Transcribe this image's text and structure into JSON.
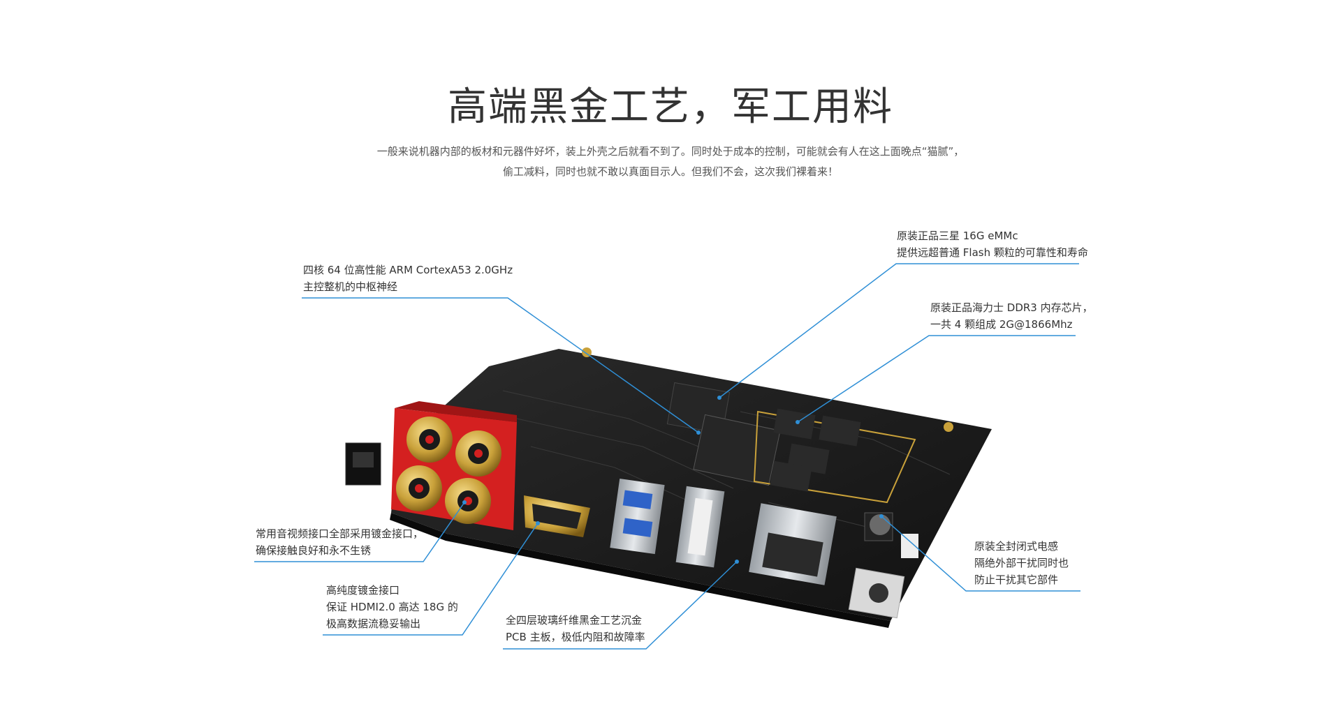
{
  "heading": "高端黑金工艺，军工用料",
  "intro": {
    "line1": "一般来说机器内部的板材和元器件好坏，装上外壳之后就看不到了。同时处于成本的控制，可能就会有人在这上面晚点“猫腻”，",
    "line2": "偷工减料，同时也就不敢以真面目示人。但我们不会，这次我们裸着来！"
  },
  "callouts": {
    "cpu": {
      "line1": "四核 64 位高性能 ARM CortexA53 2.0GHz",
      "line2": "主控整机的中枢神经"
    },
    "emmc": {
      "line1": "原装正品三星 16G eMMc",
      "line2": "提供远超普通 Flash 颗粒的可靠性和寿命"
    },
    "ddr": {
      "line1": "原装正品海力士 DDR3 内存芯片，",
      "line2": "一共 4 颗组成 2G@1866Mhz"
    },
    "av": {
      "line1": "常用音视频接口全部采用镀金接口，",
      "line2": "确保接触良好和永不生锈"
    },
    "hdmi": {
      "line1": "高纯度镀金接口",
      "line2": "保证 HDMI2.0 高达 18G 的",
      "line3": "极高数据流稳妥输出"
    },
    "pcb": {
      "line1": "全四层玻璃纤维黑金工艺沉金",
      "line2": "PCB 主板，极低内阻和故障率"
    },
    "inductor": {
      "line1": "原装全封闭式电感",
      "line2": "隔绝外部干扰同时也",
      "line3": "防止干扰其它部件"
    }
  },
  "colors": {
    "leader_line": "#2f8fd6",
    "board": "#1d1d1d",
    "gold": "#c9a13a",
    "rca_red": "#d42020"
  }
}
